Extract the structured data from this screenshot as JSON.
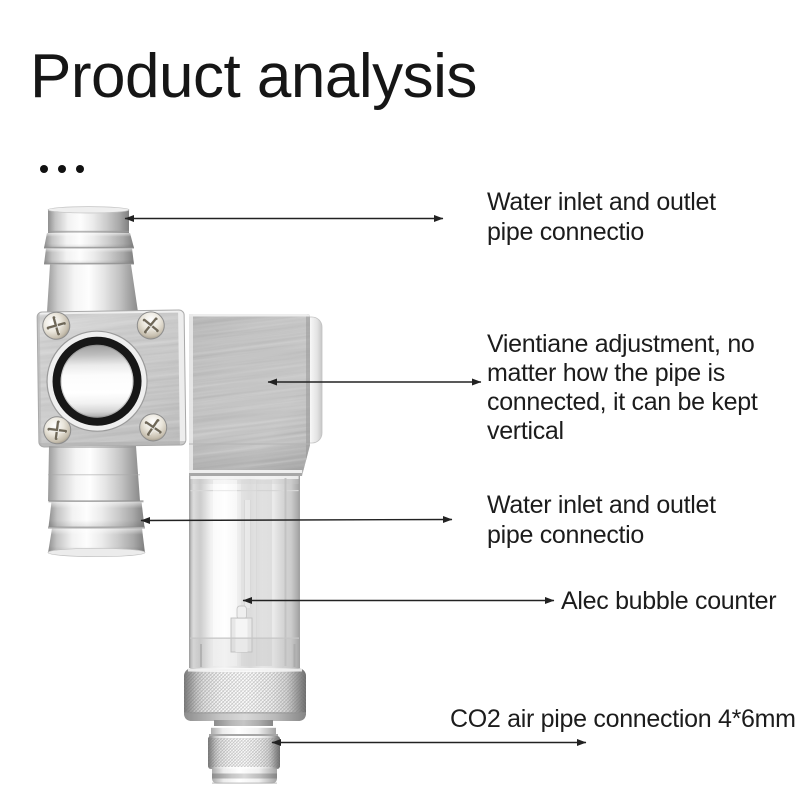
{
  "title": "Product analysis",
  "callouts": {
    "top_inlet": {
      "lines": [
        "Water inlet and outlet",
        "pipe connectio"
      ]
    },
    "vientiane": {
      "lines": [
        "Vientiane adjustment, no",
        "matter how the pipe is",
        "connected, it can be kept",
        "vertical"
      ]
    },
    "bottom_inlet": {
      "lines": [
        "Water inlet and outlet",
        "pipe connectio"
      ]
    },
    "bubble_counter": {
      "lines": [
        "Alec bubble counter"
      ]
    },
    "co2_connection": {
      "lines": [
        "CO2 air pipe connection 4*6mm"
      ]
    }
  },
  "colors": {
    "background": "#ffffff",
    "text": "#1c1c1c",
    "leader_line": "#222222",
    "metal_light": "#f5f5f5",
    "metal_mid": "#c9c9c9",
    "metal_dark": "#8f8f8f",
    "o_ring": "#171717"
  }
}
